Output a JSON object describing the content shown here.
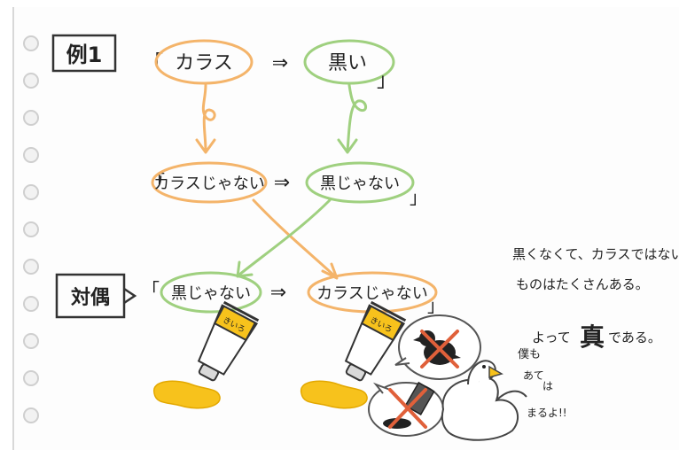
{
  "example_label": "例1",
  "pair_label": "対偶",
  "rows": [
    {
      "left": "カラス",
      "arrow": "⇒",
      "right": "黒い"
    },
    {
      "left": "カラスじゃない",
      "arrow": "⇒",
      "right": "黒じゃない"
    },
    {
      "left": "黒じゃない",
      "arrow": "⇒",
      "right": "カラスじゃない"
    }
  ],
  "open_bracket": "「",
  "close_bracket": "」",
  "note": [
    "黒くなくて、カラスではない",
    "ものはたくさんある。",
    "よって",
    "真",
    "である。"
  ],
  "tube_label": "きいろ",
  "swan_voice": [
    "僕も",
    "あて",
    "は",
    "まるよ!!"
  ],
  "colors": {
    "orange": "#f4b46a",
    "green": "#9fd07f",
    "yellow": "#f7c21c",
    "cross": "#e0603a"
  }
}
